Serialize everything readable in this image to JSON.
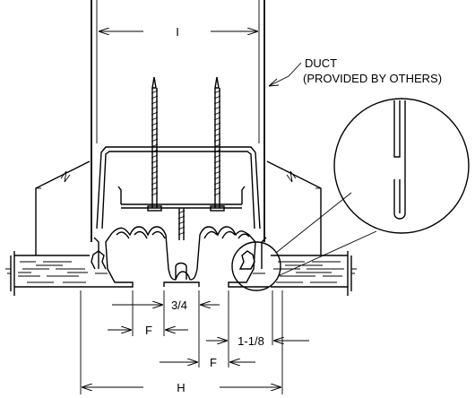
{
  "labels": {
    "duct_line1": "DUCT",
    "duct_line2": "(PROVIDED BY OTHERS)"
  },
  "dimensions": {
    "I": "I",
    "H": "H",
    "F_left": "F",
    "F_right": "F",
    "slot": "3/4",
    "flange": "1-1/8"
  },
  "colors": {
    "line": "#000000",
    "background": "#ffffff"
  }
}
